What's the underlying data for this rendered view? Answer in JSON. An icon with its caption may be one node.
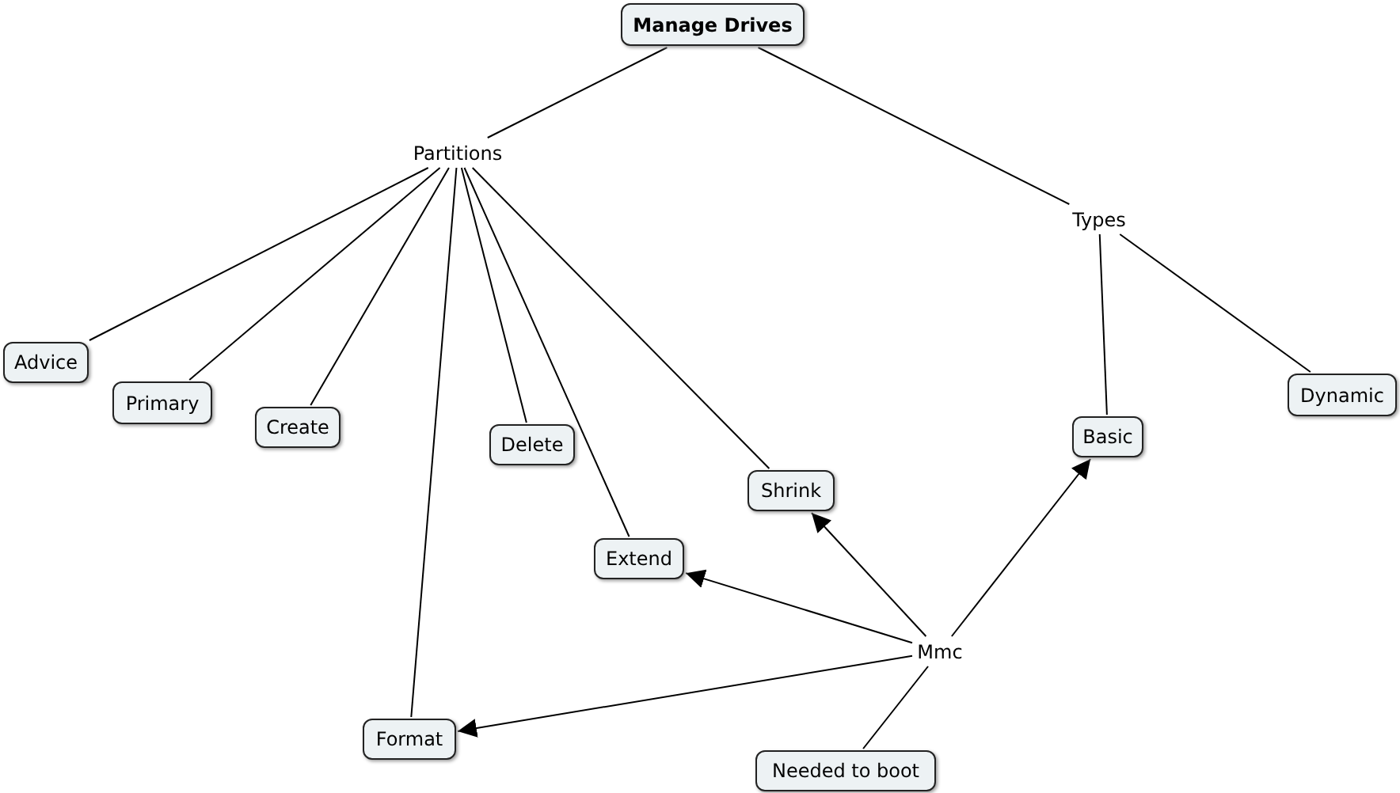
{
  "diagram": {
    "nodes": [
      {
        "text": [
          "Manage Drives"
        ]
      },
      {
        "text": [
          "Partitions"
        ]
      },
      {
        "text": [
          "Types"
        ]
      },
      {
        "text": [
          "Advice"
        ]
      },
      {
        "text": [
          "Primary"
        ]
      },
      {
        "text": [
          "Create"
        ]
      },
      {
        "text": [
          "Delete"
        ]
      },
      {
        "text": [
          "Shrink"
        ]
      },
      {
        "text": [
          "Extend"
        ]
      },
      {
        "text": [
          "Format"
        ]
      },
      {
        "text": [
          "Basic"
        ]
      },
      {
        "text": [
          "Dynamic"
        ]
      },
      {
        "text": [
          "Mmc"
        ]
      },
      {
        "text": [
          "Needed to boot"
        ]
      }
    ],
    "edges": [
      {
        "from": 0,
        "to": 1,
        "arrow": "none"
      },
      {
        "from": 0,
        "to": 2,
        "arrow": "none"
      },
      {
        "from": 1,
        "to": 3,
        "arrow": "none"
      },
      {
        "from": 1,
        "to": 4,
        "arrow": "none"
      },
      {
        "from": 1,
        "to": 5,
        "arrow": "none"
      },
      {
        "from": 1,
        "to": 6,
        "arrow": "none"
      },
      {
        "from": 1,
        "to": 7,
        "arrow": "none"
      },
      {
        "from": 1,
        "to": 8,
        "arrow": "none"
      },
      {
        "from": 1,
        "to": 9,
        "arrow": "none"
      },
      {
        "from": 2,
        "to": 10,
        "arrow": "none"
      },
      {
        "from": 2,
        "to": 11,
        "arrow": "none"
      },
      {
        "from": 12,
        "to": 8,
        "arrow": "to"
      },
      {
        "from": 12,
        "to": 7,
        "arrow": "to"
      },
      {
        "from": 12,
        "to": 9,
        "arrow": "to"
      },
      {
        "from": 12,
        "to": 10,
        "arrow": "to"
      },
      {
        "from": 12,
        "to": 13,
        "arrow": "none"
      }
    ]
  }
}
